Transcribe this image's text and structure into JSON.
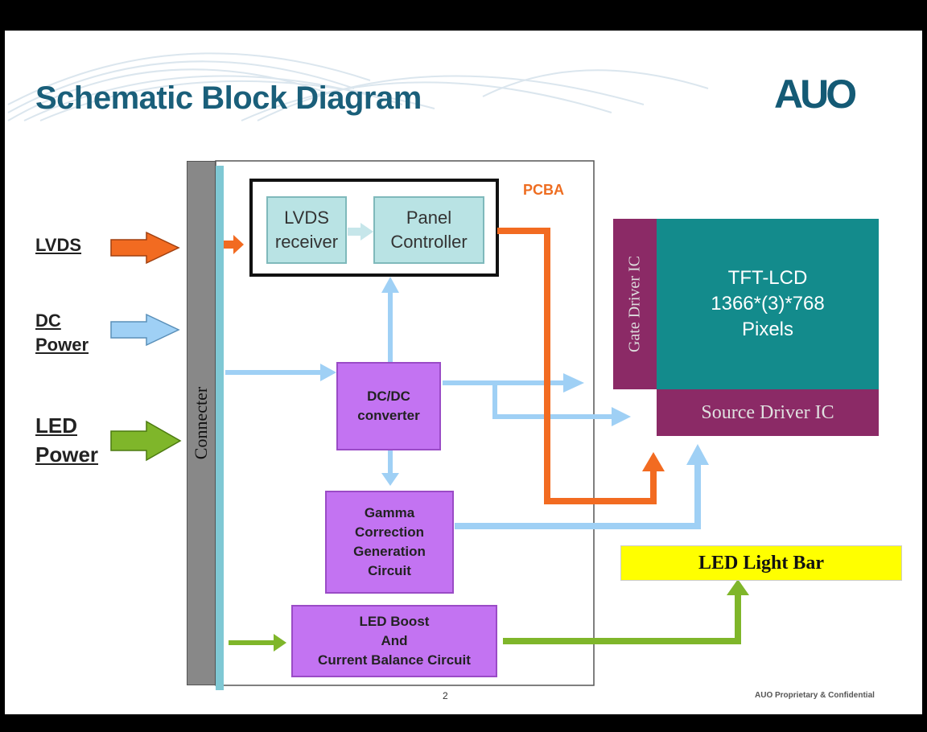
{
  "title": "Schematic Block Diagram",
  "logo": "AUO",
  "inputs": {
    "lvds": "LVDS",
    "dc_power_line1": "DC",
    "dc_power_line2": "Power",
    "led_power_line1": "LED",
    "led_power_line2": "Power"
  },
  "connector_label": "Connecter",
  "pcba_label": "PCBA",
  "blocks": {
    "lvds_receiver_line1": "LVDS",
    "lvds_receiver_line2": "receiver",
    "panel_controller_line1": "Panel",
    "panel_controller_line2": "Controller",
    "dcdc_line1": "DC/DC",
    "dcdc_line2": "converter",
    "gamma_line1": "Gamma",
    "gamma_line2": "Correction",
    "gamma_line3": "Generation",
    "gamma_line4": "Circuit",
    "led_boost_line1": "LED Boost",
    "led_boost_line2": "And",
    "led_boost_line3": "Current Balance Circuit"
  },
  "panel": {
    "tft_line1": "TFT-LCD",
    "tft_line2": "1366*(3)*768",
    "tft_line3": "Pixels",
    "gate_driver": "Gate Driver IC",
    "source_driver": "Source Driver IC"
  },
  "led_light_bar": "LED Light Bar",
  "page_number": "2",
  "footer": "AUO Proprietary & Confidential",
  "colors": {
    "lvds_arrow": "#f26b21",
    "dc_arrow": "#9fd0f5",
    "led_arrow": "#7fb62a",
    "tft": "#138b8c",
    "driver_ic": "#8b2a66",
    "purple_block": "#c373f2",
    "light_bar": "#ffff00"
  }
}
